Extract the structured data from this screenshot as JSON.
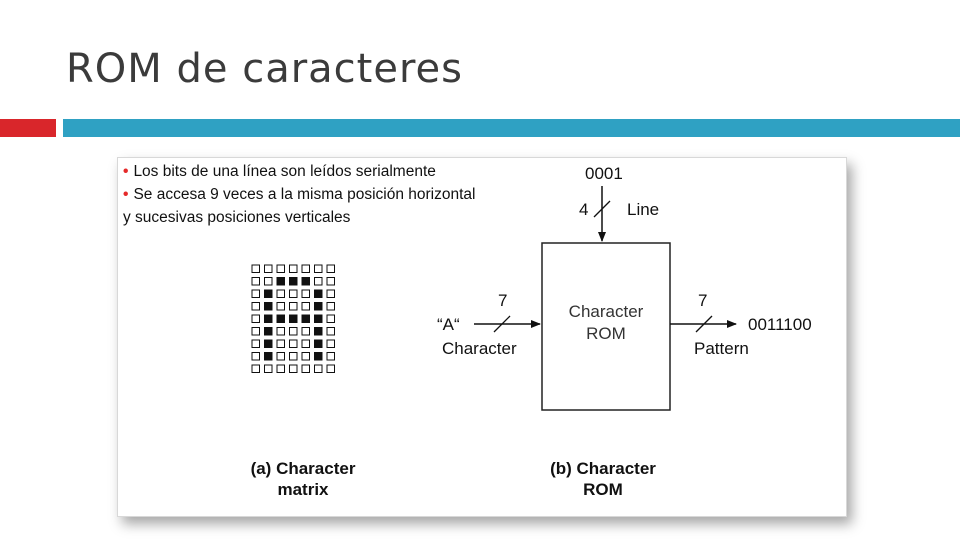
{
  "slide": {
    "title": "ROM de caracteres"
  },
  "notes": {
    "bullet1": "Los bits de una línea son leídos serialmente",
    "bullet2": "Se accesa 9 veces a la misma posición horizontal",
    "continuation": "y sucesivas posiciones verticales"
  },
  "matrix": {
    "rows": [
      "0000000",
      "0011100",
      "0100010",
      "0100010",
      "0111110",
      "0100010",
      "0100010",
      "0100010",
      "0000000"
    ]
  },
  "captions": {
    "a_line1": "(a) Character",
    "a_line2": "matrix",
    "b_line1": "(b) Character",
    "b_line2": "ROM"
  },
  "rom": {
    "line_value": "0001",
    "line_width": "4",
    "line_label": "Line",
    "char_input": "“A“",
    "char_width": "7",
    "char_label": "Character",
    "box_line1": "Character",
    "box_line2": "ROM",
    "out_width": "7",
    "out_label": "Pattern",
    "out_value": "0011100"
  },
  "colors": {
    "accent_red": "#d9262b",
    "accent_blue": "#2fa1c3",
    "bullet_red": "#e52a2a"
  }
}
